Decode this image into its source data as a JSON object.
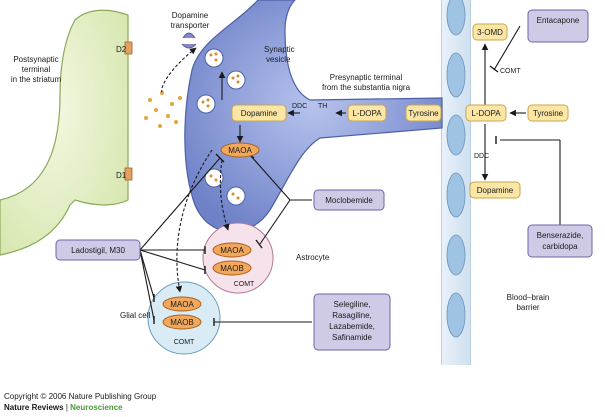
{
  "labels": {
    "dopamine_transporter": [
      "Dopamine",
      "transporter"
    ],
    "synaptic_vesicle": [
      "Synaptic",
      "vesicle"
    ],
    "postsynaptic": [
      "Postsynaptic",
      "terminal",
      "in the striatum"
    ],
    "presynaptic": [
      "Presynaptic terminal",
      "from the substantia nigra"
    ],
    "astrocyte": "Astrocyte",
    "glial_cell": "Glial cell",
    "bbb": [
      "Blood–brain",
      "barrier"
    ],
    "d2": "D2",
    "d1": "D1",
    "th": "TH",
    "ddc_pre": "DDC",
    "comt_astro": "COMT",
    "comt_glial": "COMT",
    "comt_right": "COMT",
    "ddc_right": "DDC"
  },
  "boxes": {
    "tyrosine_pre": "Tyrosine",
    "ldopa_pre": "L-DOPA",
    "dopamine_pre": "Dopamine",
    "tyrosine_right": "Tyrosine",
    "ldopa_right": "L-DOPA",
    "omd": "3-OMD",
    "dopamine_right": "Dopamine"
  },
  "enzymes": {
    "maoa_pre": "MAOA",
    "maoa_astro": "MAOA",
    "maob_astro": "MAOB",
    "maoa_glial": "MAOA",
    "maob_glial": "MAOB"
  },
  "drugs": {
    "entacapone": "Entacapone",
    "moclobemide": "Moclobemide",
    "ladostigil": "Ladostigil, M30",
    "selegiline": [
      "Selegiline,",
      "Rasagiline,",
      "Lazabemide,",
      "Safinamide"
    ],
    "benserazide": [
      "Benserazide,",
      "carbidopa"
    ]
  },
  "footer": {
    "copyright": "Copyright © 2006 Nature Publishing Group",
    "journal": "Nature Reviews",
    "separator": " | ",
    "section": "Neuroscience"
  },
  "colors": {
    "neuron_green": "#e3efc5",
    "presyn_blue": "#7d8fd1",
    "box_yellow": "#fbe6a6",
    "drug_purple": "#cfcbe6",
    "enzyme_orange": "#f1a85c",
    "astro_pink": "#f6e2ea",
    "glial_blue": "#d9ecf5",
    "capillary": "#cfe2f3"
  }
}
